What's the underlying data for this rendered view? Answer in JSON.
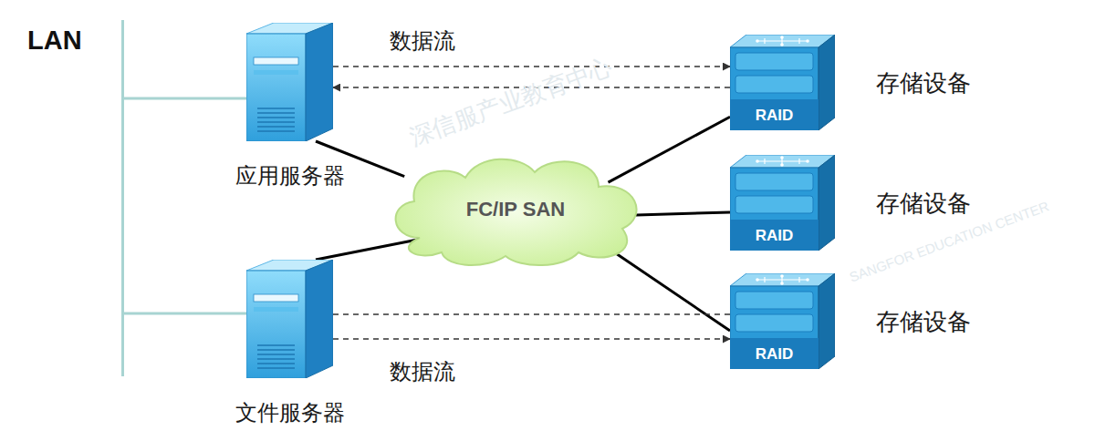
{
  "diagram": {
    "nodes": [
      {
        "text": [
          "LAN"
        ]
      },
      {
        "text": [
          "应用服务器"
        ]
      },
      {
        "text": [
          "RAID",
          "存储设备"
        ]
      },
      {
        "text": [
          "FC/IP SAN"
        ]
      },
      {
        "text": [
          "RAID",
          "存储设备"
        ]
      },
      {
        "text": [
          "文件服务器"
        ]
      },
      {
        "text": [
          "RAID",
          "存储设备"
        ]
      }
    ],
    "edges": [
      {
        "from": 0,
        "to": 1,
        "arrow": "none"
      },
      {
        "from": 0,
        "to": 5,
        "arrow": "none"
      },
      {
        "from": 1,
        "to": 2,
        "arrow": "to",
        "label": "数据流"
      },
      {
        "from": 2,
        "to": 1,
        "arrow": "to"
      },
      {
        "from": 1,
        "to": 3,
        "arrow": "none"
      },
      {
        "from": 5,
        "to": 3,
        "arrow": "none"
      },
      {
        "from": 3,
        "to": 2,
        "arrow": "none"
      },
      {
        "from": 3,
        "to": 4,
        "arrow": "none"
      },
      {
        "from": 3,
        "to": 6,
        "arrow": "none"
      },
      {
        "from": 5,
        "to": 6,
        "arrow": "none"
      },
      {
        "from": 5,
        "to": 6,
        "arrow": "to",
        "label": "数据流"
      }
    ],
    "labels": [
      "深信服产业教育中心",
      "SANGFOR EDUCATION CENTER"
    ]
  }
}
